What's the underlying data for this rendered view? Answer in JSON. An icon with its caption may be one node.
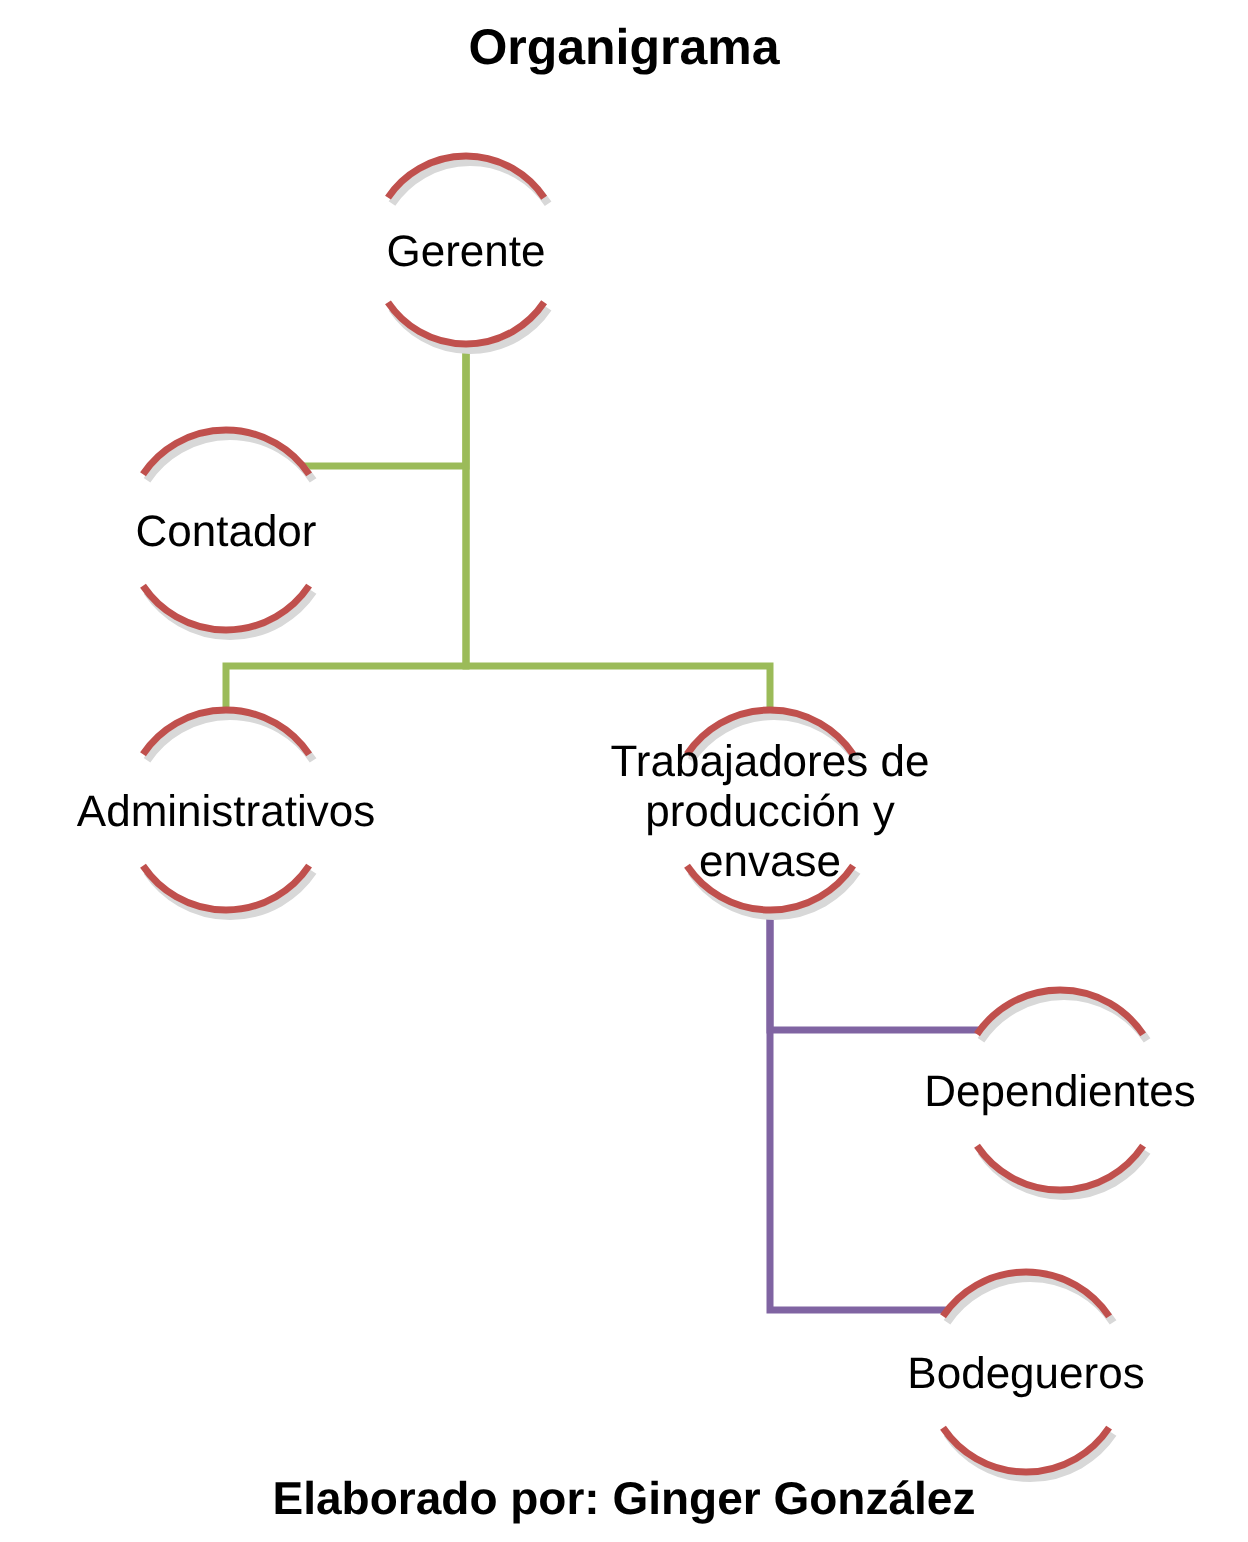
{
  "diagram": {
    "title": "Organigrama",
    "caption": "Elaborado por: Ginger González",
    "nodes": [
      {
        "text": [
          "Gerente"
        ]
      },
      {
        "text": [
          "Contador"
        ]
      },
      {
        "text": [
          "Administrativos"
        ]
      },
      {
        "text": [
          "Trabajadores de producción y envase"
        ]
      },
      {
        "text": [
          "Dependientes"
        ]
      },
      {
        "text": [
          "Bodegueros"
        ]
      }
    ],
    "edges": [
      {
        "from": 0,
        "to": 1,
        "arrow": "none",
        "color": "#9bbb59"
      },
      {
        "from": 0,
        "to": 2,
        "arrow": "none",
        "color": "#9bbb59"
      },
      {
        "from": 0,
        "to": 3,
        "arrow": "none",
        "color": "#9bbb59"
      },
      {
        "from": 3,
        "to": 4,
        "arrow": "none",
        "color": "#8064a2"
      },
      {
        "from": 3,
        "to": 5,
        "arrow": "none",
        "color": "#8064a2"
      }
    ]
  }
}
